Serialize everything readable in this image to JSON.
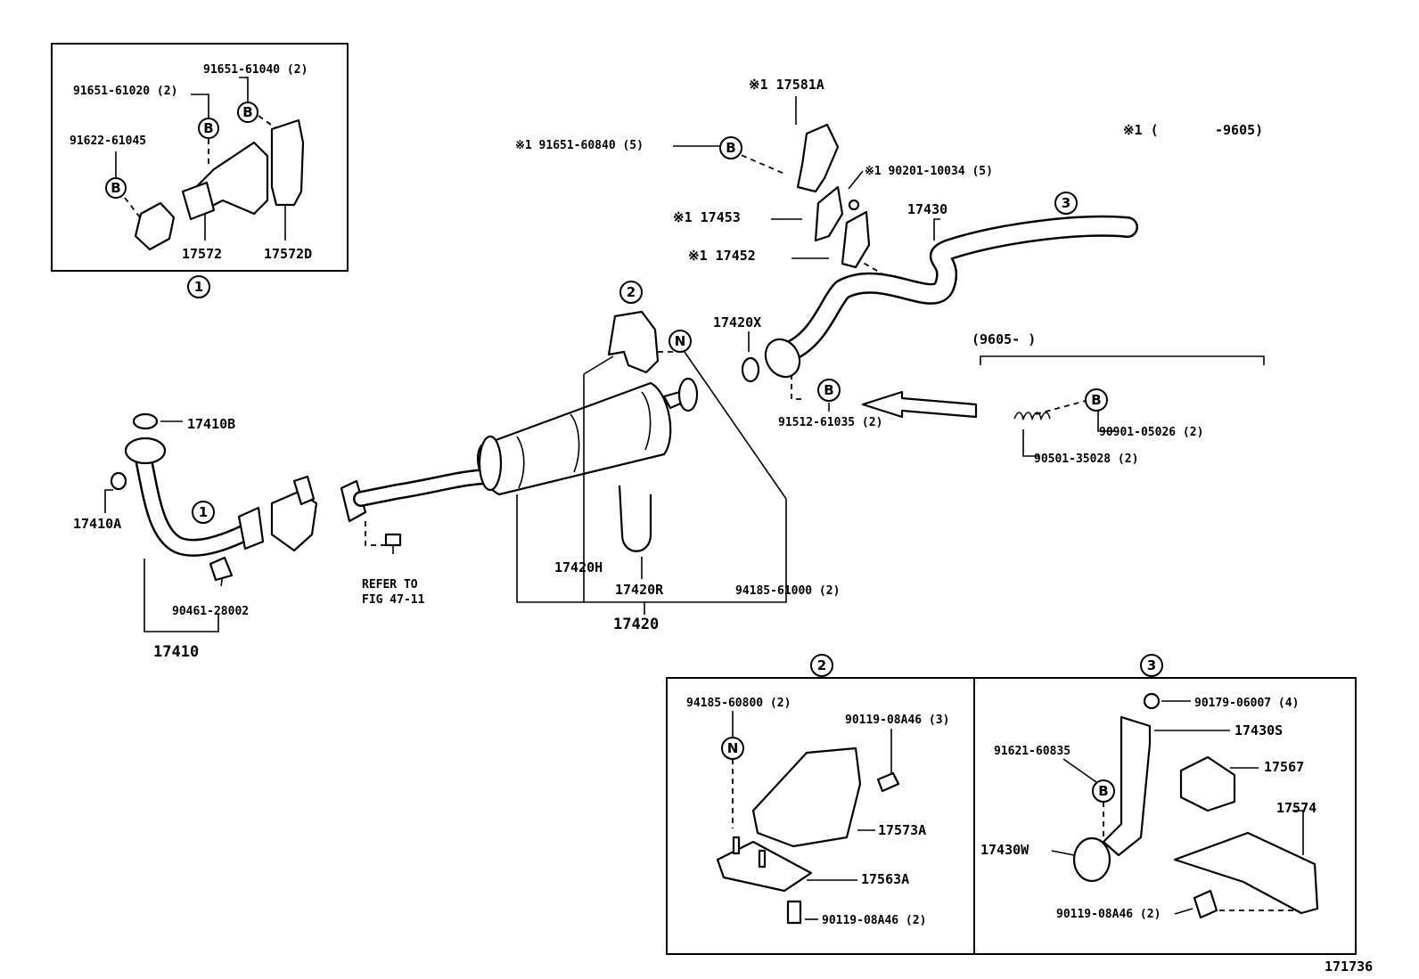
{
  "circle_labels": {
    "b": "B",
    "n": "N",
    "one": "1",
    "two": "2",
    "three": "3"
  },
  "inset1": {
    "p1": "91651-61040 (2)",
    "p2": "91651-61020 (2)",
    "p3": "91622-61045",
    "p4": "17572",
    "p5": "17572D"
  },
  "top": {
    "p_17581a": "※1 17581A",
    "p_91651_60840": "※1  91651-60840 (5)",
    "p_90201": "※1  90201-10034 (5)",
    "p_17453": "※1 17453",
    "p_17452": "※1 17452",
    "p_17430": "17430",
    "note_prefix": "※1 (",
    "note_suffix": "-9605)",
    "p_17420x": "17420X",
    "p_91512": "91512-61035 (2)",
    "bracket_label": "(9605-     )",
    "p_90901": "90901-05026 (2)",
    "p_90501": "90501-35028 (2)"
  },
  "main": {
    "p_17410b": "17410B",
    "p_17410a": "17410A",
    "p_90461": "90461-28002",
    "p_17410": "17410",
    "refer1": "REFER TO",
    "refer2": "FIG 47-11",
    "p_17420h": "17420H",
    "p_17420r": "17420R",
    "p_17420": "17420",
    "p_94185_61000": "94185-61000 (2)"
  },
  "inset2": {
    "p1": "94185-60800 (2)",
    "p2": "90119-08A46 (3)",
    "p3": "17573A",
    "p4": "17563A",
    "p5": "90119-08A46 (2)"
  },
  "inset3": {
    "p1": "90179-06007 (4)",
    "p2": "17430S",
    "p3": "91621-60835",
    "p4": "17567",
    "p5": "17574",
    "p6": "17430W",
    "p7": "90119-08A46 (2)"
  },
  "figure_number": "171736"
}
